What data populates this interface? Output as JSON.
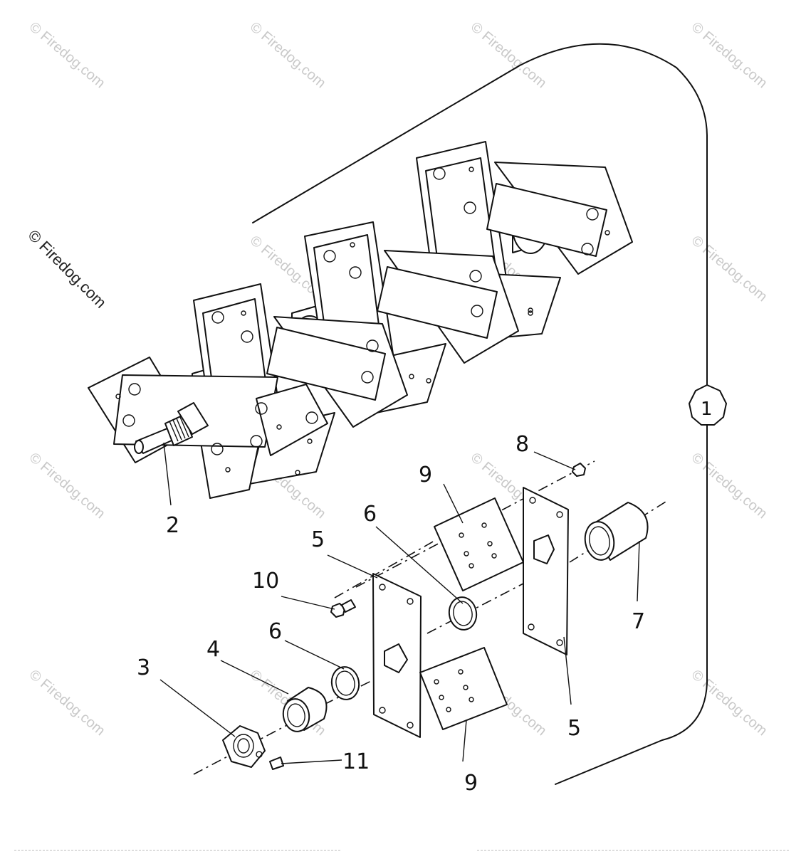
{
  "watermark": {
    "text": "© Firedog.com"
  },
  "callouts": {
    "c1": "1",
    "c2": "2",
    "c3": "3",
    "c4": "4",
    "c5a": "5",
    "c5b": "5",
    "c6a": "6",
    "c6b": "6",
    "c7": "7",
    "c8": "8",
    "c9a": "9",
    "c9b": "9",
    "c10": "10",
    "c11": "11"
  }
}
